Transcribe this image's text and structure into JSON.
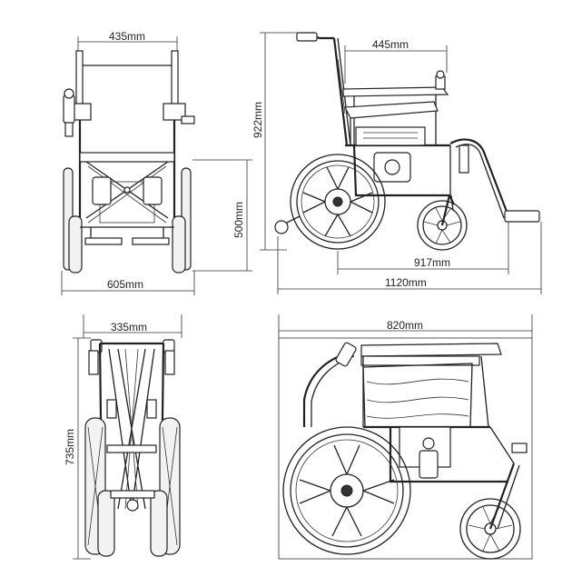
{
  "dimensions": {
    "front_width": "435mm",
    "overall_width": "605mm",
    "seat_height": "500mm",
    "seat_depth": "445mm",
    "overall_height": "922mm",
    "wheelbase": "917mm",
    "overall_length": "1120mm",
    "folded_width": "335mm",
    "folded_height": "735mm",
    "folded_length": "820mm"
  },
  "colors": {
    "line": "#222222",
    "background": "#ffffff"
  }
}
